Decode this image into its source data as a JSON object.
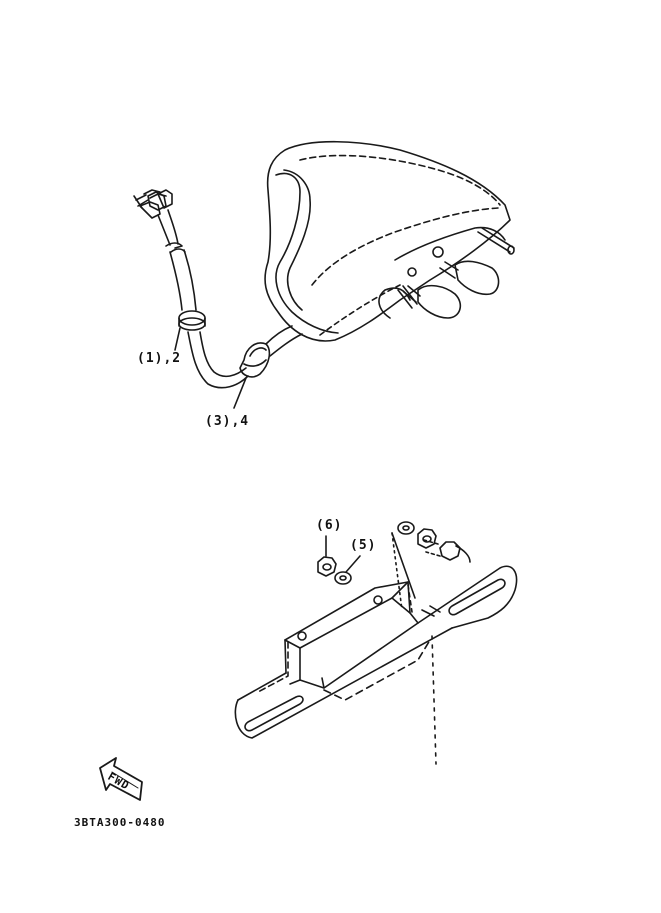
{
  "diagram": {
    "parts": [
      {
        "id": "part-1-2",
        "label": "(1),2"
      },
      {
        "id": "part-3-4",
        "label": "(3),4"
      },
      {
        "id": "part-6",
        "label": "(6)"
      },
      {
        "id": "part-5",
        "label": "(5)"
      }
    ],
    "fwd_label": "FWD",
    "drawing_code": "3BTA300-0480"
  }
}
